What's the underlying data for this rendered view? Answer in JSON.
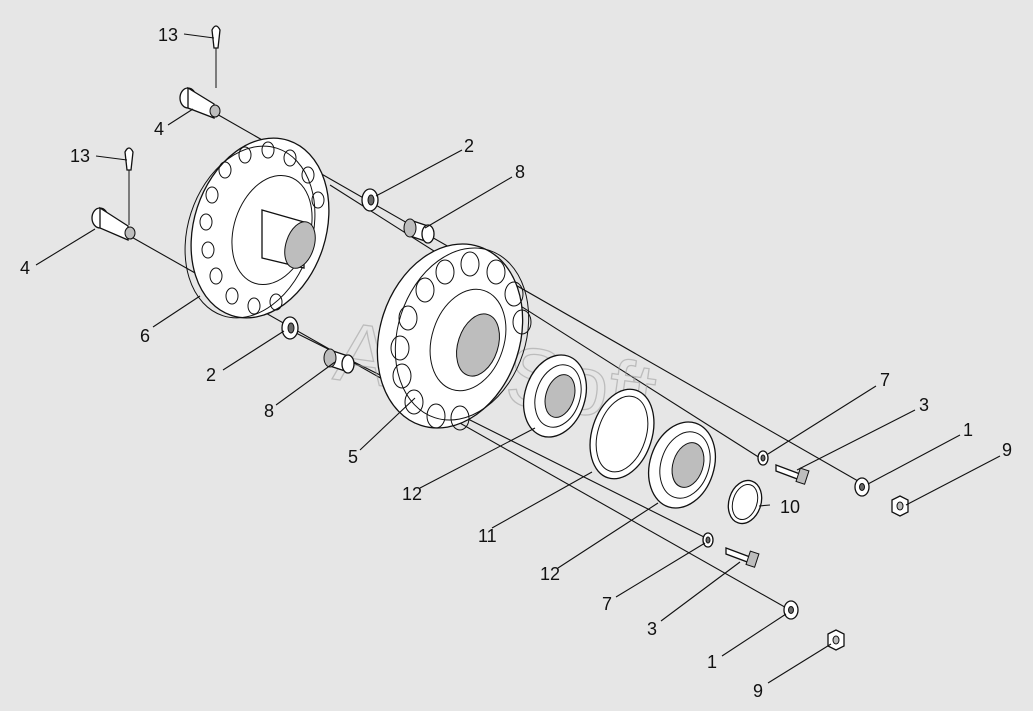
{
  "diagram": {
    "watermark": "AutoSoft",
    "callouts": [
      {
        "id": "c-13-top",
        "text": "13"
      },
      {
        "id": "c-4-top",
        "text": "4"
      },
      {
        "id": "c-13-left",
        "text": "13"
      },
      {
        "id": "c-4-left",
        "text": "4"
      },
      {
        "id": "c-6",
        "text": "6"
      },
      {
        "id": "c-2-top",
        "text": "2"
      },
      {
        "id": "c-8-top",
        "text": "8"
      },
      {
        "id": "c-2-bottom",
        "text": "2"
      },
      {
        "id": "c-8-bottom",
        "text": "8"
      },
      {
        "id": "c-5",
        "text": "5"
      },
      {
        "id": "c-12-left",
        "text": "12"
      },
      {
        "id": "c-11",
        "text": "11"
      },
      {
        "id": "c-12-bottom",
        "text": "12"
      },
      {
        "id": "c-10",
        "text": "10"
      },
      {
        "id": "c-7-right",
        "text": "7"
      },
      {
        "id": "c-3-right",
        "text": "3"
      },
      {
        "id": "c-1-right",
        "text": "1"
      },
      {
        "id": "c-9-right",
        "text": "9"
      },
      {
        "id": "c-7-bottom",
        "text": "7"
      },
      {
        "id": "c-3-bottom",
        "text": "3"
      },
      {
        "id": "c-1-bottom",
        "text": "1"
      },
      {
        "id": "c-9-bottom",
        "text": "9"
      }
    ]
  }
}
